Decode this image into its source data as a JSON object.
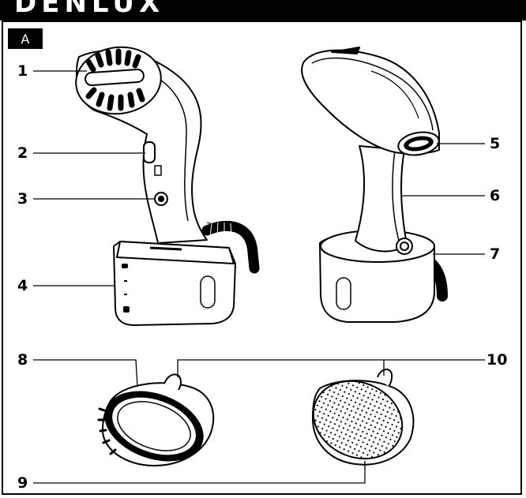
{
  "header": {
    "brand": "DENLUX"
  },
  "figure": {
    "label": "A"
  },
  "callouts": [
    {
      "number": "1"
    },
    {
      "number": "2"
    },
    {
      "number": "3"
    },
    {
      "number": "4"
    },
    {
      "number": "5"
    },
    {
      "number": "6"
    },
    {
      "number": "7"
    },
    {
      "number": "8"
    },
    {
      "number": "9"
    },
    {
      "number": "10"
    }
  ],
  "colors": {
    "ink": "#000000",
    "paper": "#ffffff",
    "shade": "#e6e6e6"
  }
}
